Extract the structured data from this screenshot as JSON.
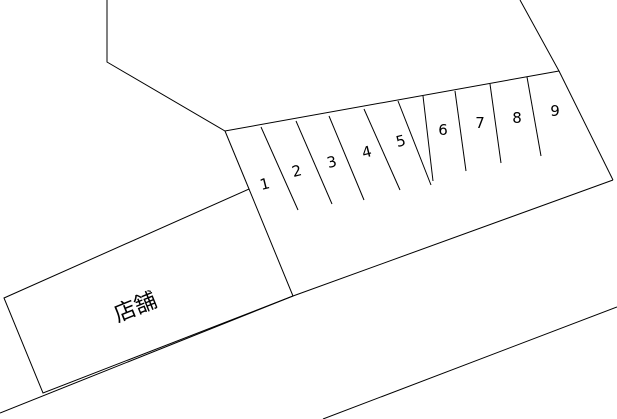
{
  "map": {
    "store_label": "店舗",
    "parking_spaces": [
      "1",
      "2",
      "3",
      "4",
      "5",
      "6",
      "7",
      "8",
      "9"
    ],
    "colors": {
      "background": "#ffffff",
      "lines": "#000000"
    }
  }
}
